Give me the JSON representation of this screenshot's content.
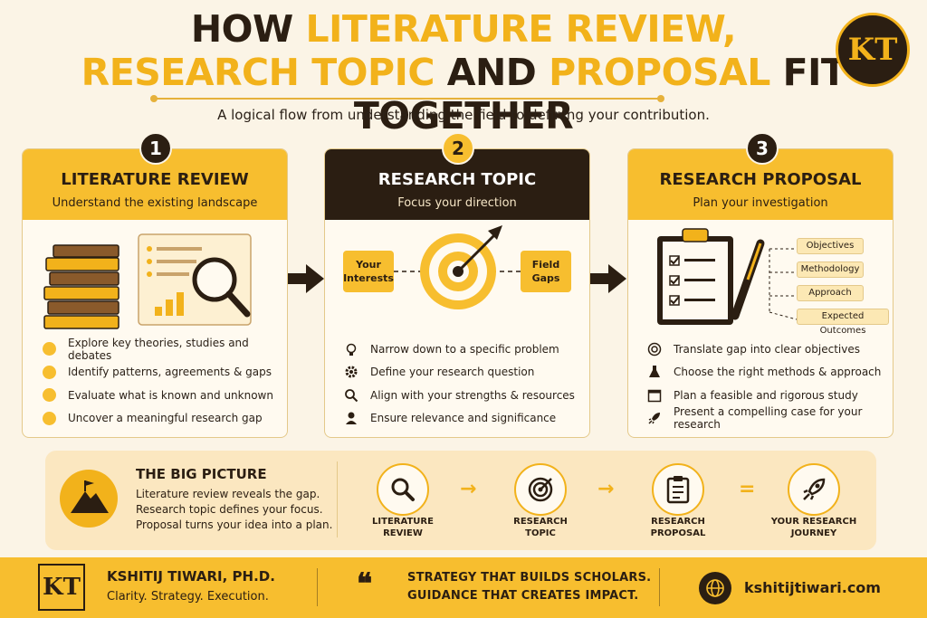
{
  "header": {
    "title_line1_a": "HOW ",
    "title_line1_b": "LITERATURE REVIEW,",
    "title_line2_a": "RESEARCH TOPIC",
    "title_line2_b": " AND ",
    "title_line2_c": "PROPOSAL",
    "title_line2_d": " FIT TOGETHER",
    "subtitle": "A logical flow from understanding the field to defining your contribution.",
    "logo": "KT"
  },
  "cards": [
    {
      "number": "1",
      "title": "LITERATURE REVIEW",
      "subtitle": "Understand the existing landscape",
      "items": [
        "Explore key theories, studies and debates",
        "Identify patterns, agreements & gaps",
        "Evaluate what is known and unknown",
        "Uncover a meaningful research gap"
      ]
    },
    {
      "number": "2",
      "title": "RESEARCH TOPIC",
      "subtitle": "Focus your direction",
      "left_box": "Your Interests",
      "right_box": "Field Gaps",
      "items": [
        "Narrow down to a specific problem",
        "Define your research question",
        "Align with your strengths & resources",
        "Ensure relevance and significance"
      ]
    },
    {
      "number": "3",
      "title": "RESEARCH PROPOSAL",
      "subtitle": "Plan your investigation",
      "tags": [
        "Objectives",
        "Methodology",
        "Approach",
        "Expected Outcomes"
      ],
      "items": [
        "Translate gap into clear objectives",
        "Choose the right methods & approach",
        "Plan a feasible and rigorous study",
        "Present a compelling case for your research"
      ]
    }
  ],
  "big_picture": {
    "title": "THE BIG PICTURE",
    "lines": [
      "Literature review reveals the gap.",
      "Research topic defines your focus.",
      "Proposal turns your idea into a plan."
    ],
    "steps": [
      {
        "line1": "LITERATURE",
        "line2": "REVIEW",
        "icon": "magnifier-icon"
      },
      {
        "line1": "RESEARCH",
        "line2": "TOPIC",
        "icon": "target-icon"
      },
      {
        "line1": "RESEARCH",
        "line2": "PROPOSAL",
        "icon": "clipboard-icon"
      },
      {
        "line1": "YOUR RESEARCH",
        "line2": "JOURNEY",
        "icon": "rocket-icon"
      }
    ],
    "equals": "="
  },
  "footer": {
    "logo": "KT",
    "name": "KSHITIJ TIWARI, PH.D.",
    "tagline": "Clarity. Strategy. Execution.",
    "quote_mark": "❝",
    "quote_line1": "STRATEGY THAT BUILDS SCHOLARS.",
    "quote_line2": "GUIDANCE THAT CREATES IMPACT.",
    "website": "kshitijtiwari.com"
  },
  "colors": {
    "gold": "#f7be2f",
    "dark": "#2b1e12",
    "cream": "#fbf4e6"
  }
}
